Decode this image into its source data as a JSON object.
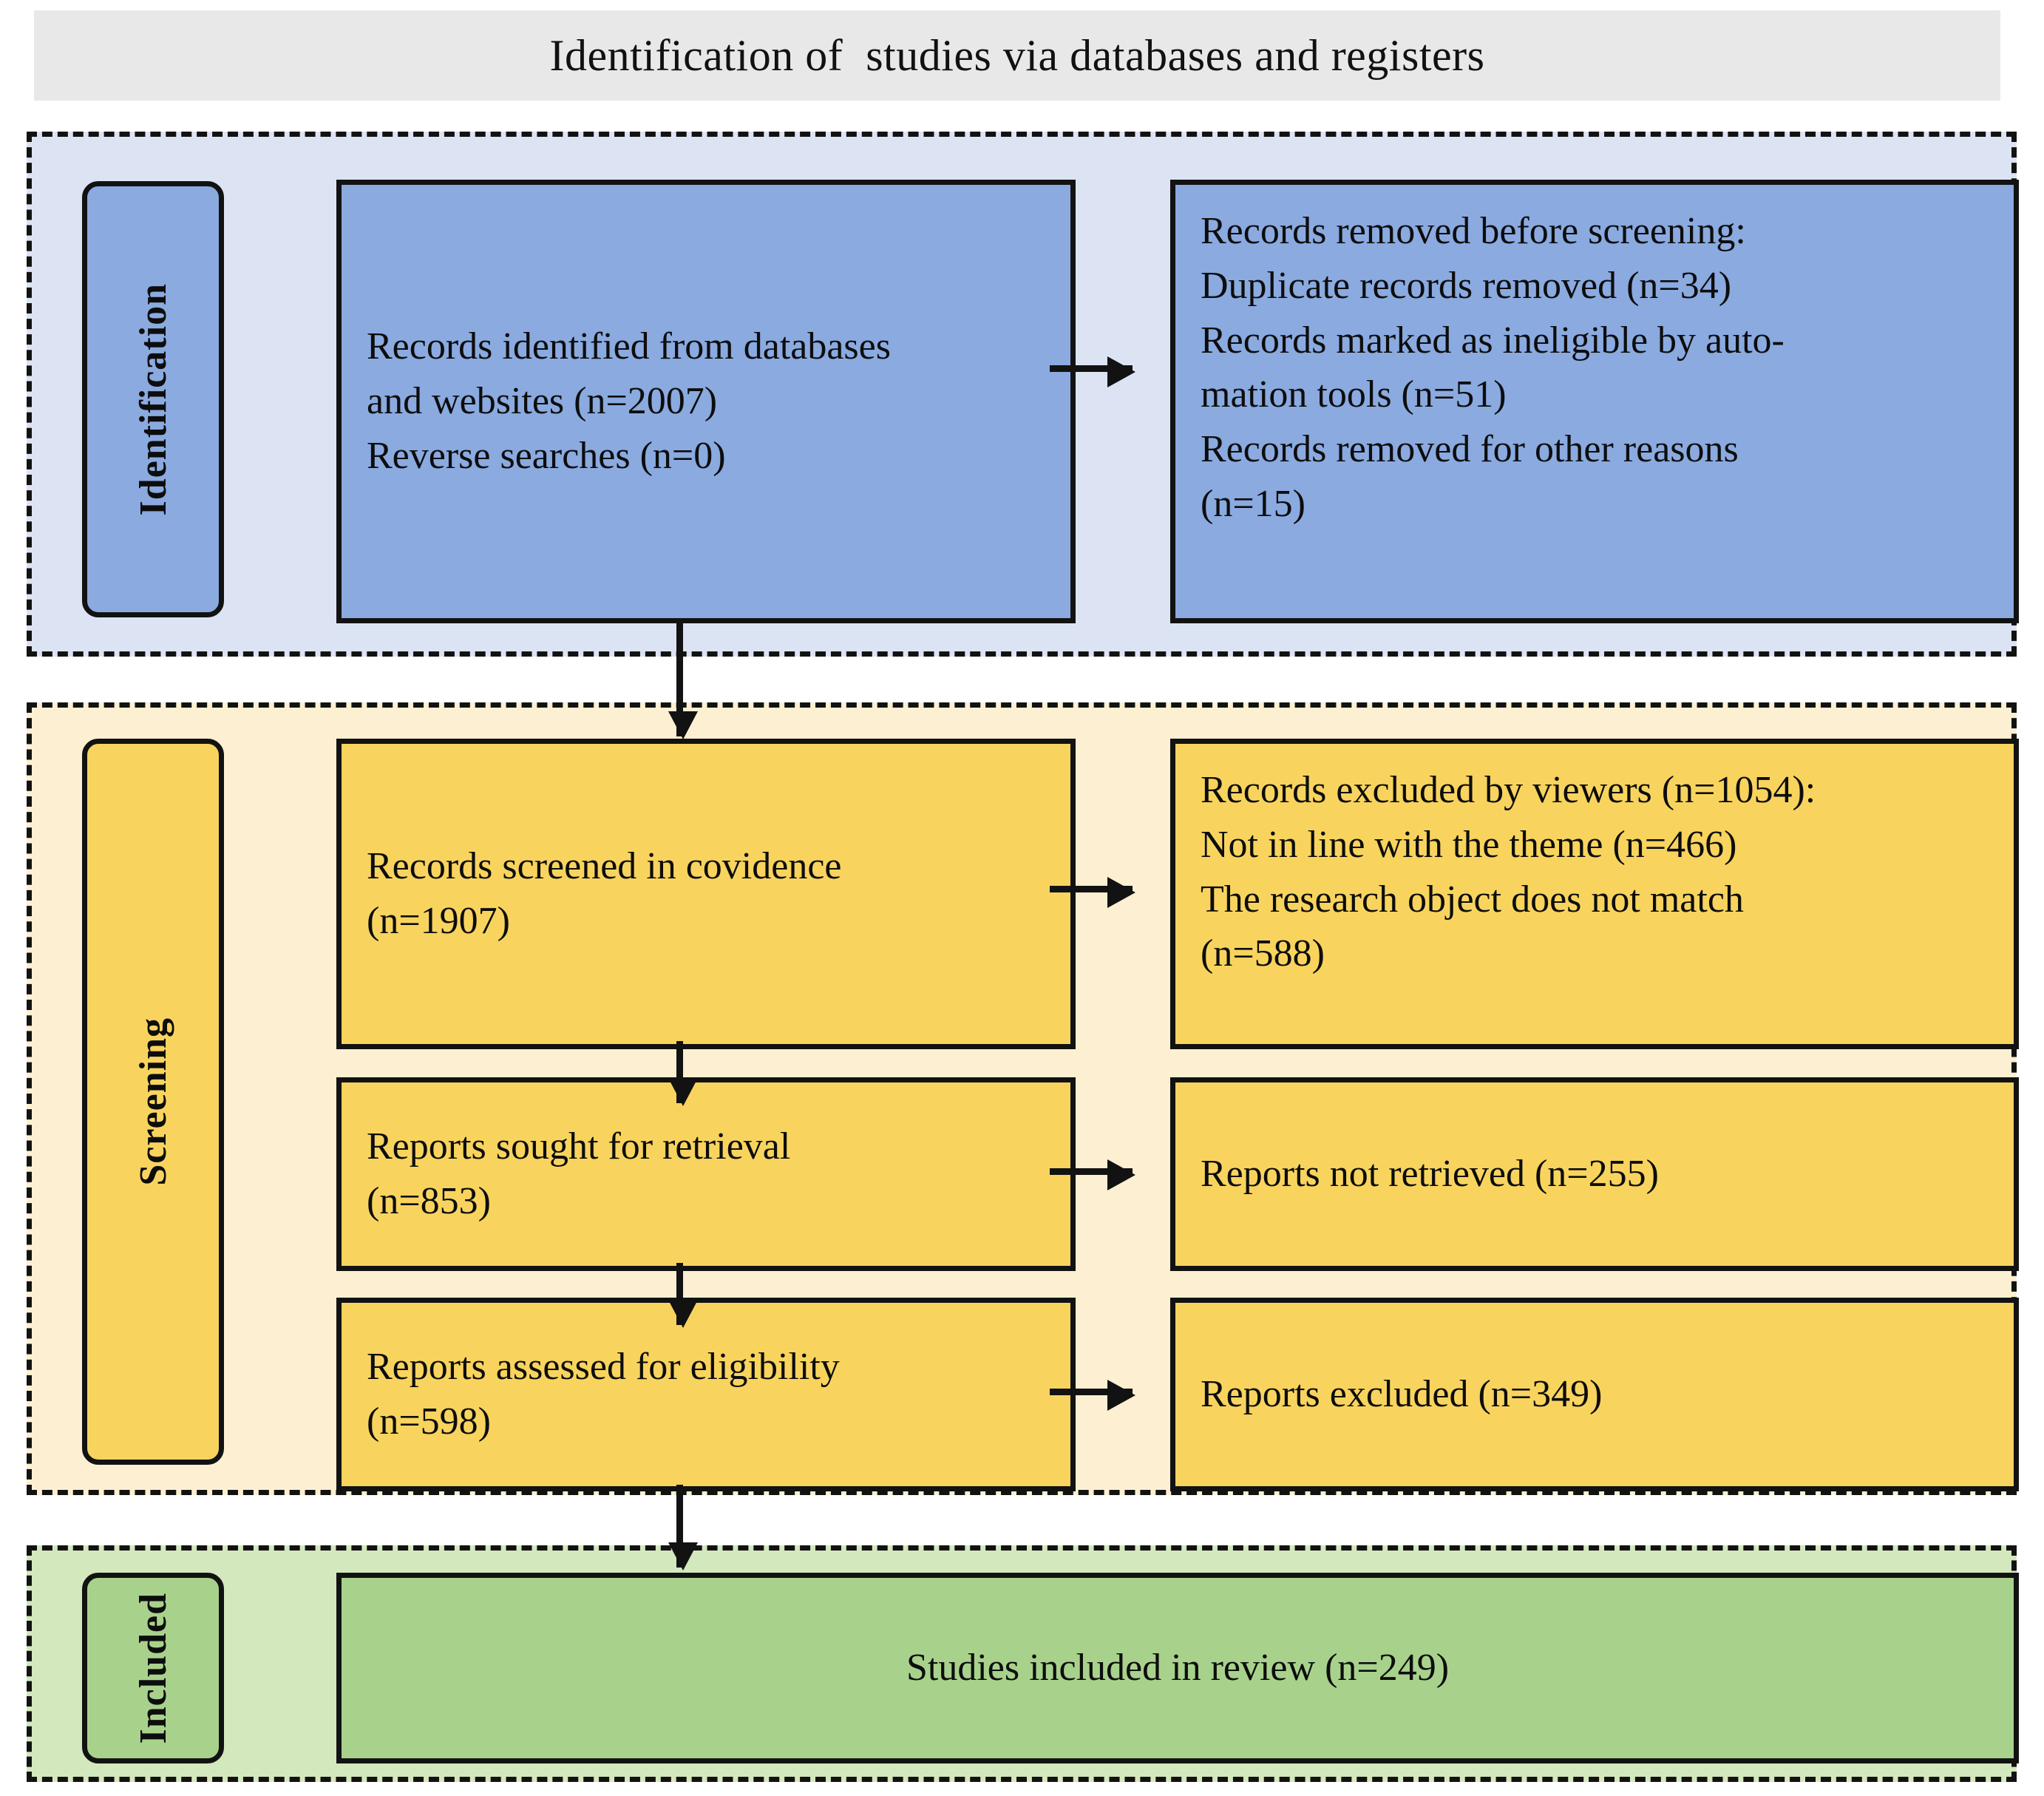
{
  "header": {
    "title": "Identification of  studies via databases and registers",
    "background_color": "#e8e8e8"
  },
  "colors": {
    "identification_band": "#dce4f4",
    "identification_box": "#8aaae0",
    "screening_band": "#fdf0d2",
    "screening_box": "#f8d45e",
    "included_band": "#d3e8bd",
    "included_box": "#a8d28c",
    "outline": "#121212"
  },
  "stages": {
    "identification": {
      "side_label": "Identification",
      "records_identified": "Records identified from databases\nand websites (n=2007)\nReverse searches (n=0)",
      "records_removed": "Records removed before screening:\nDuplicate records removed (n=34)\nRecords marked as ineligible by auto-\nmation tools (n=51)\nRecords removed for other reasons\n(n=15)"
    },
    "screening": {
      "side_label": "Screening",
      "records_screened": "Records screened in covidence\n(n=1907)",
      "records_excluded": "Records excluded by viewers (n=1054):\nNot in line with the theme (n=466)\nThe research object does not match\n(n=588)",
      "reports_sought": "Reports sought for retrieval\n(n=853)",
      "reports_not_retrieved": "Reports not retrieved (n=255)",
      "reports_assessed": "Reports assessed for eligibility\n(n=598)",
      "reports_excluded": "Reports excluded (n=349)"
    },
    "included": {
      "side_label": "Included",
      "studies_included": "Studies included in review (n=249)"
    }
  },
  "chart_data": {
    "type": "diagram",
    "title": "Identification of  studies via databases and registers",
    "flow": [
      {
        "stage": "Identification",
        "node": "Records identified from databases and websites",
        "n": 2007
      },
      {
        "stage": "Identification",
        "node": "Reverse searches",
        "n": 0
      },
      {
        "stage": "Identification",
        "node": "Duplicate records removed",
        "n": 34
      },
      {
        "stage": "Identification",
        "node": "Records marked as ineligible by automation tools",
        "n": 51
      },
      {
        "stage": "Identification",
        "node": "Records removed for other reasons",
        "n": 15
      },
      {
        "stage": "Screening",
        "node": "Records screened in covidence",
        "n": 1907
      },
      {
        "stage": "Screening",
        "node": "Records excluded by viewers",
        "n": 1054
      },
      {
        "stage": "Screening",
        "node": "Not in line with the theme",
        "n": 466
      },
      {
        "stage": "Screening",
        "node": "The research object does not match",
        "n": 588
      },
      {
        "stage": "Screening",
        "node": "Reports sought for retrieval",
        "n": 853
      },
      {
        "stage": "Screening",
        "node": "Reports not retrieved",
        "n": 255
      },
      {
        "stage": "Screening",
        "node": "Reports assessed for eligibility",
        "n": 598
      },
      {
        "stage": "Screening",
        "node": "Reports excluded",
        "n": 349
      },
      {
        "stage": "Included",
        "node": "Studies included in review",
        "n": 249
      }
    ]
  }
}
